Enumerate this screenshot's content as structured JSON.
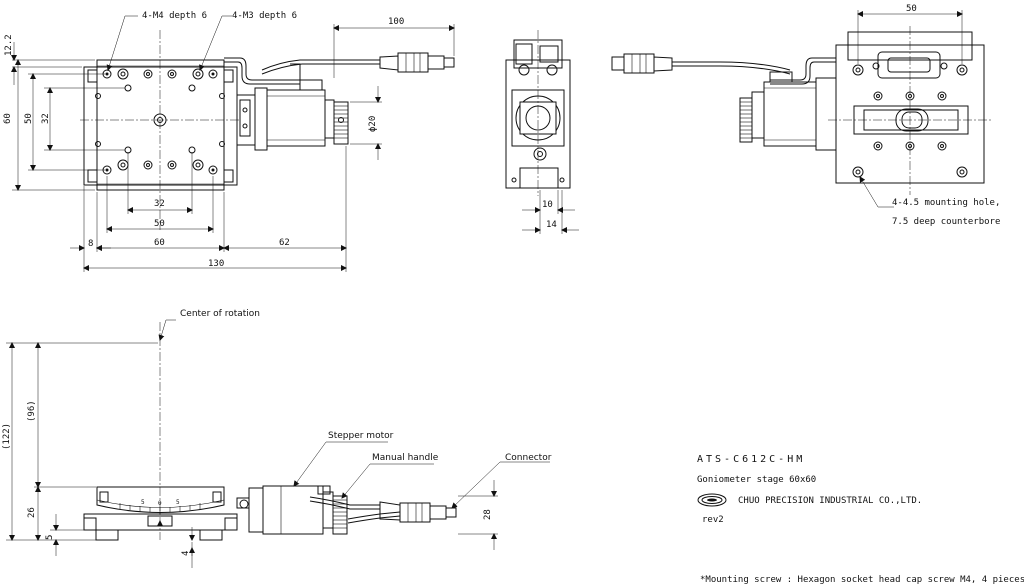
{
  "drawing": {
    "model": "ATS-C612C-HM",
    "subtitle": "Goniometer stage  60x60",
    "company": "CHUO PRECISION INDUSTRIAL CO.,LTD.",
    "revision": "rev2",
    "footnote": "*Mounting screw : Hexagon socket head cap screw M4, 4 pieces"
  },
  "callouts": {
    "m4": "4-M4 depth 6",
    "m3": "4-M3 depth 6",
    "hole_a": "4-4.5 mounting hole,",
    "hole_b": "7.5 deep counterbore",
    "center": "Center of rotation",
    "motor": "Stepper motor",
    "handle": "Manual handle",
    "connector": "Connector"
  },
  "dims": {
    "d12_2": "12.2",
    "d60_v": "60",
    "d50_v": "50",
    "d32_v": "32",
    "d32_h": "32",
    "d50_h": "50",
    "d8": "8",
    "d60_h": "60",
    "d62": "62",
    "d130": "130",
    "d100": "100",
    "phi20": "ϕ20",
    "d10": "10",
    "d14": "14",
    "d50_top": "50",
    "d122": "(122)",
    "d96": "(96)",
    "d26": "26",
    "d5": "5",
    "d4": "4",
    "d28": "28"
  },
  "scale": {
    "t0": "0",
    "t5a": "5",
    "t5b": "5"
  }
}
